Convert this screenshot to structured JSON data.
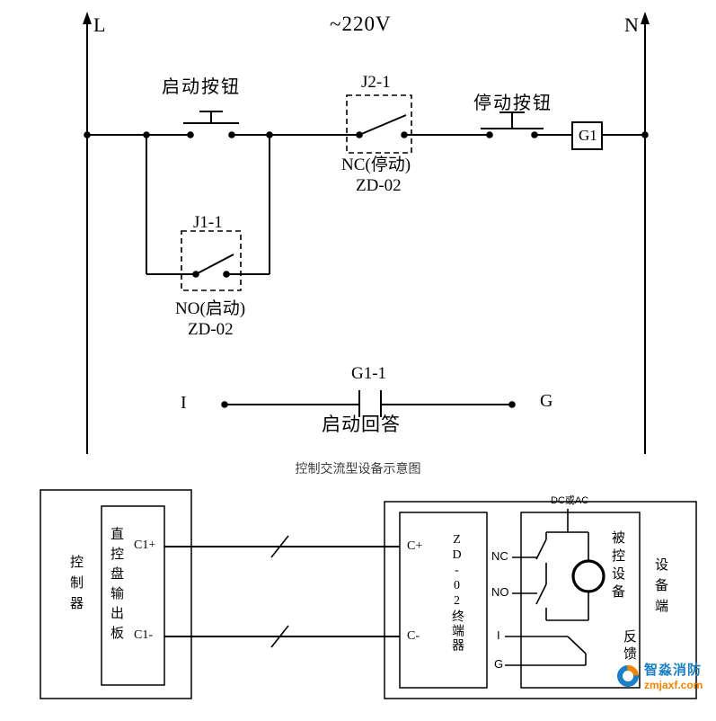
{
  "top_circuit": {
    "phase_l": "L",
    "phase_n": "N",
    "voltage": "~220V",
    "start_button": "启动按钮",
    "j2_contact": "J2-1",
    "j2_type": "NC(停动)",
    "j2_device": "ZD-02",
    "stop_button": "停动按钮",
    "relay": "G1",
    "j1_contact": "J1-1",
    "j1_type": "NO(启动)",
    "j1_device": "ZD-02",
    "answer_contact": "G1-1",
    "answer_i": "I",
    "answer_g": "G",
    "answer_label": "启动回答"
  },
  "caption": "控制交流型设备示意图",
  "block_diagram": {
    "controller": "控制器",
    "output_board": "直控盘输出板",
    "c1_plus": "C1+",
    "c1_minus": "C1-",
    "c_plus": "C+",
    "c_minus": "C-",
    "terminal_unit": "ZD-02终端器",
    "nc": "NC",
    "no": "NO",
    "i": "I",
    "g": "G",
    "power": "DC或AC",
    "controlled_device": "被控设备",
    "feedback": "反馈",
    "device_side": "设备端"
  },
  "watermark": {
    "brand": "智淼消防",
    "site": "zmjaxf.com"
  }
}
